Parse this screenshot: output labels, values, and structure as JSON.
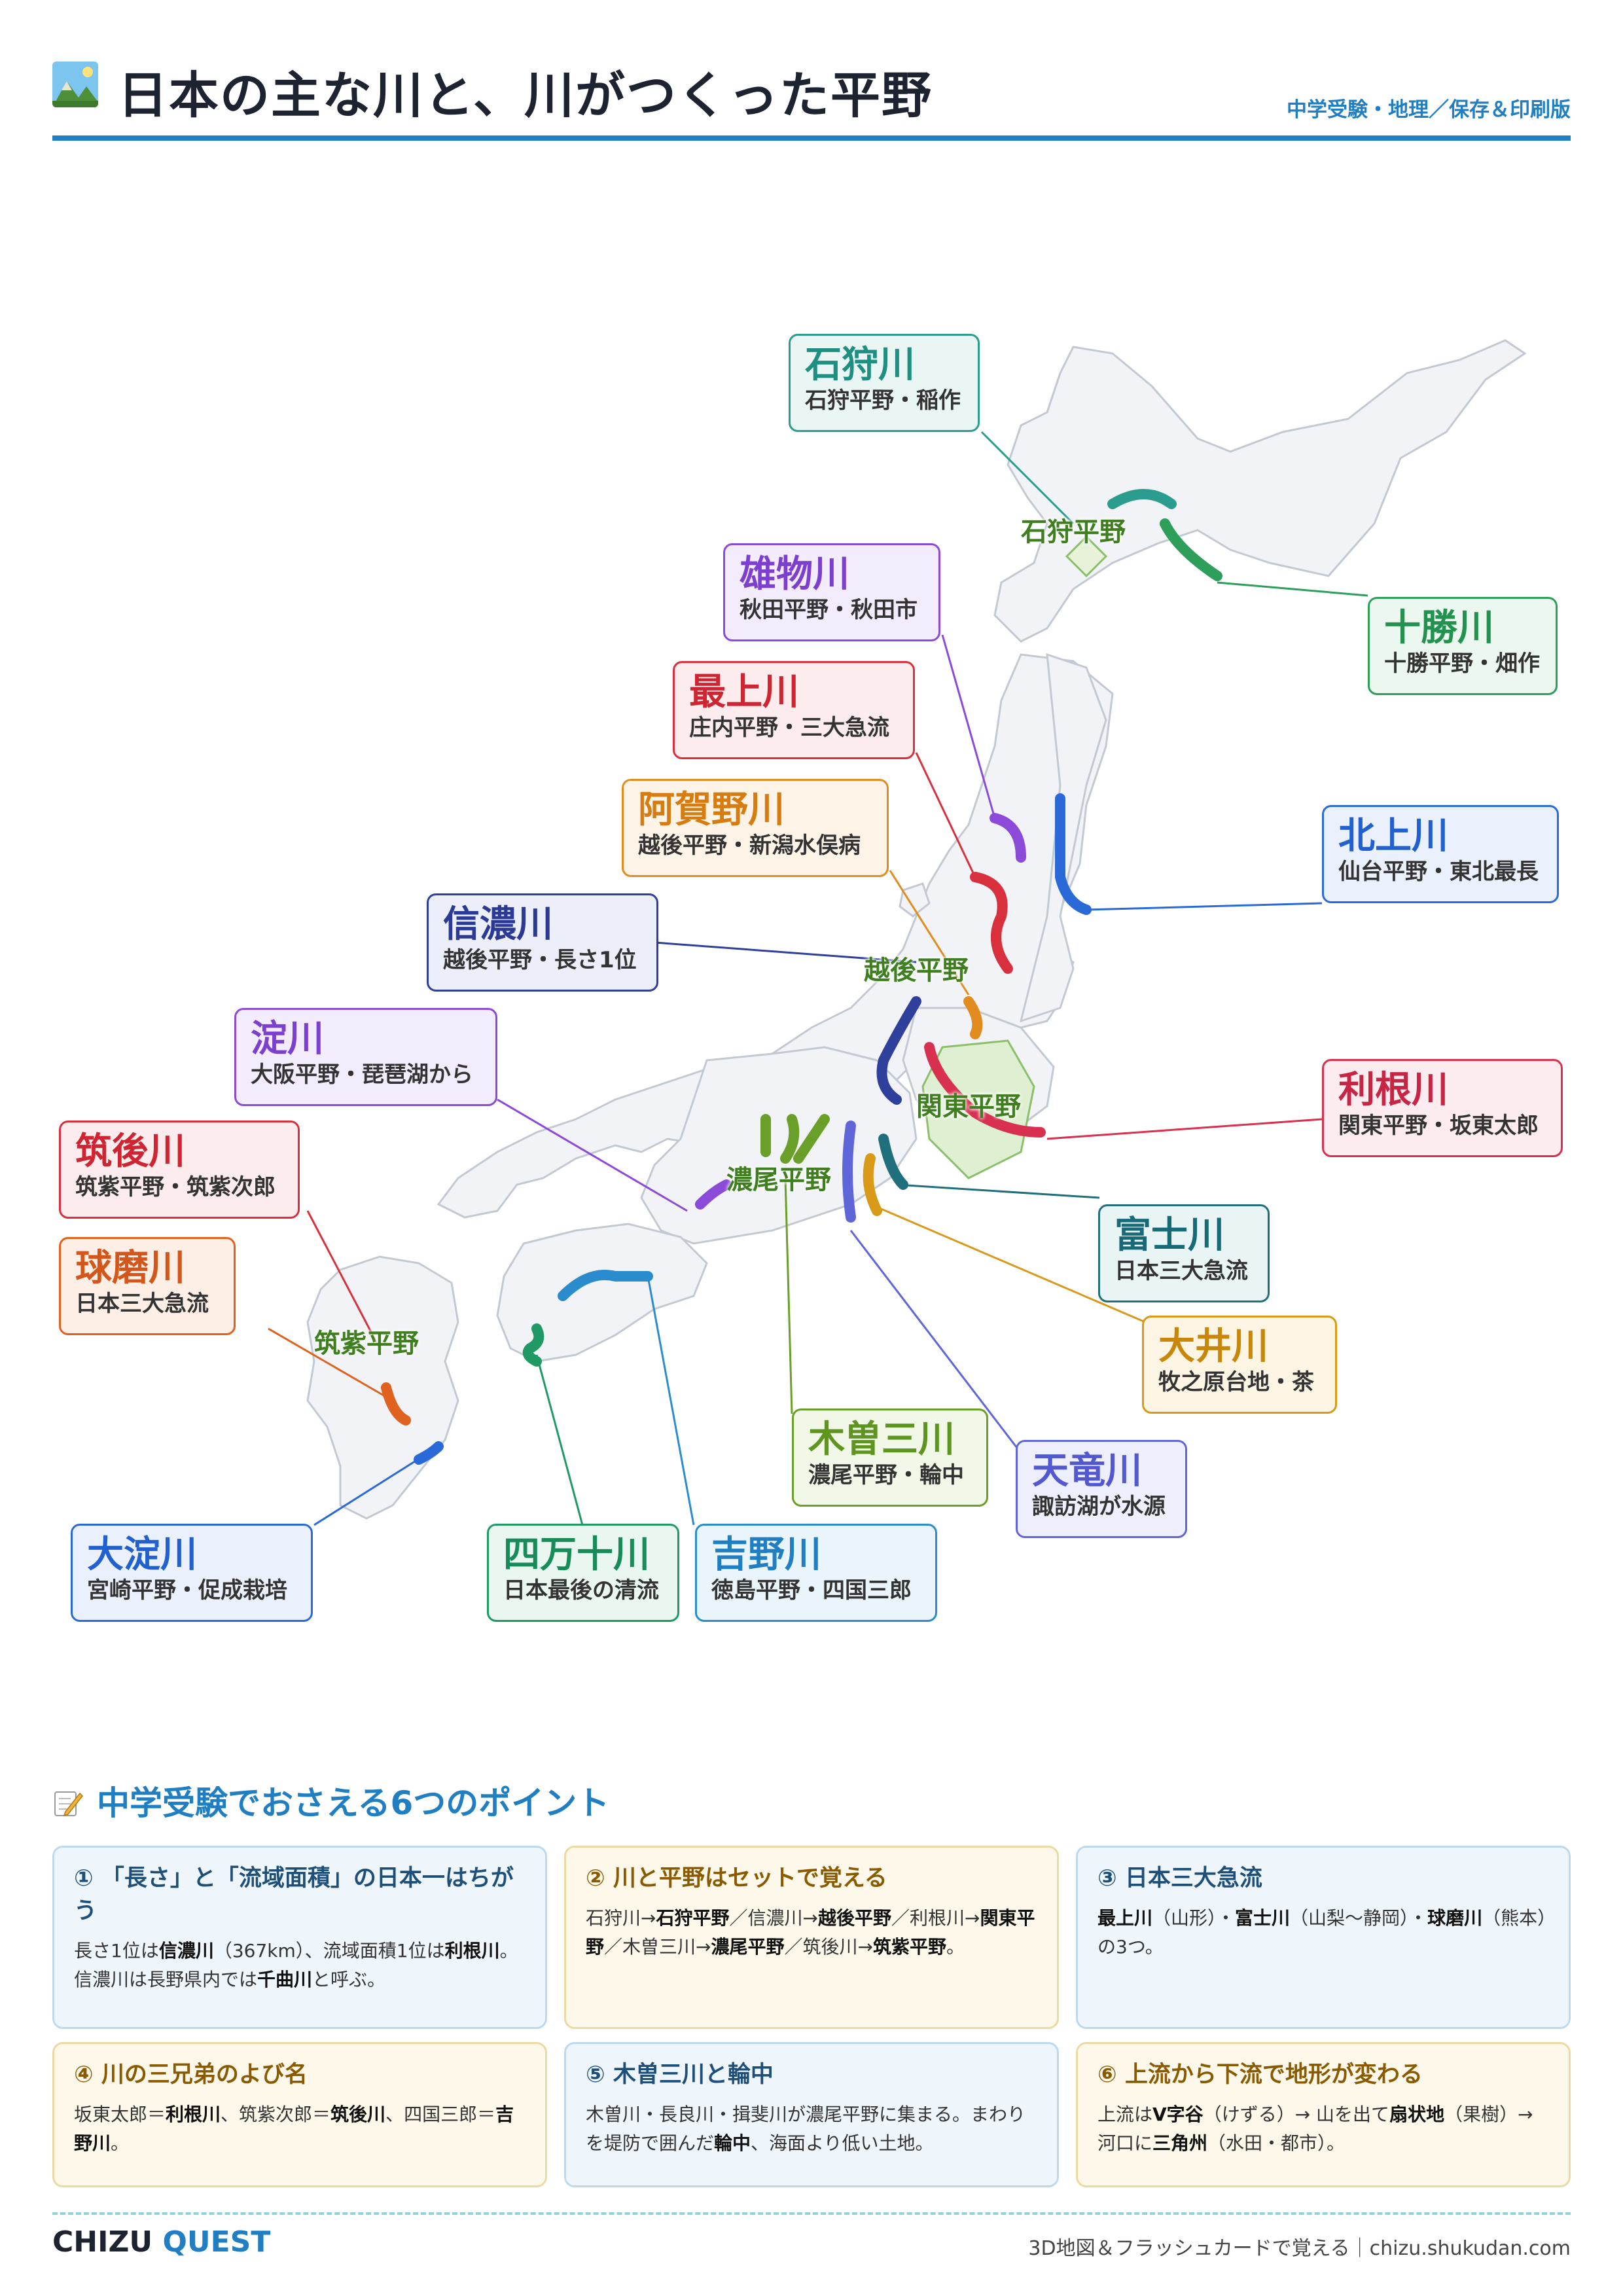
{
  "header": {
    "title": "日本の主な川と、川がつくった平野",
    "subtitle": "中学受験・地理／保存＆印刷版"
  },
  "rivers": [
    {
      "name": "石狩川",
      "desc": "石狩平野・稲作",
      "color": "#2a9d8f"
    },
    {
      "name": "十勝川",
      "desc": "十勝平野・畑作",
      "color": "#2e9e5b"
    },
    {
      "name": "雄物川",
      "desc": "秋田平野・秋田市",
      "color": "#8b4bd8"
    },
    {
      "name": "最上川",
      "desc": "庄内平野・三大急流",
      "color": "#d8303d"
    },
    {
      "name": "阿賀野川",
      "desc": "越後平野・新潟水俣病",
      "color": "#e28b1f"
    },
    {
      "name": "北上川",
      "desc": "仙台平野・東北最長",
      "color": "#2a6ad8"
    },
    {
      "name": "信濃川",
      "desc": "越後平野・長さ1位",
      "color": "#2f3f9c"
    },
    {
      "name": "淀川",
      "desc": "大阪平野・琵琶湖から",
      "color": "#8b4bd8"
    },
    {
      "name": "利根川",
      "desc": "関東平野・坂東太郎",
      "color": "#d8304f"
    },
    {
      "name": "筑後川",
      "desc": "筑紫平野・筑紫次郎",
      "color": "#d8303d"
    },
    {
      "name": "富士川",
      "desc": "日本三大急流",
      "color": "#1f6f7c"
    },
    {
      "name": "球磨川",
      "desc": "日本三大急流",
      "color": "#e0621f"
    },
    {
      "name": "大井川",
      "desc": "牧之原台地・茶",
      "color": "#d99a1a"
    },
    {
      "name": "木曽三川",
      "desc": "濃尾平野・輪中",
      "color": "#6aa02a"
    },
    {
      "name": "天竜川",
      "desc": "諏訪湖が水源",
      "color": "#5f66d8"
    },
    {
      "name": "大淀川",
      "desc": "宮崎平野・促成栽培",
      "color": "#2a6ad8"
    },
    {
      "name": "四万十川",
      "desc": "日本最後の清流",
      "color": "#1f9a64"
    },
    {
      "name": "吉野川",
      "desc": "徳島平野・四国三郎",
      "color": "#2b8ccd"
    }
  ],
  "plains": {
    "ishikari": "石狩平野",
    "echigo": "越後平野",
    "kanto": "関東平野",
    "nobi": "濃尾平野",
    "tsukushi": "筑紫平野"
  },
  "points_section": {
    "title": "中学受験でおさえる6つのポイント"
  },
  "points": [
    {
      "title": "① 「長さ」と「流域面積」の日本一はちがう"
    },
    {
      "title": "② 川と平野はセットで覚える"
    },
    {
      "title": "③ 日本三大急流"
    },
    {
      "title": "④ 川の三兄弟のよび名"
    },
    {
      "title": "⑤ 木曽三川と輪中"
    },
    {
      "title": "⑥ 上流から下流で地形が変わる"
    }
  ],
  "point_text": {
    "p1": [
      "長さ1位は",
      "信濃川",
      "（367km）、流域面積1位は",
      "利根川",
      "。信濃川は長野県内では",
      "千曲川",
      "と呼ぶ。"
    ],
    "p2": [
      "石狩川→",
      "石狩平野",
      "／信濃川→",
      "越後平野",
      "／利根川→",
      "関東平野",
      "／木曽三川→",
      "濃尾平野",
      "／筑後川→",
      "筑紫平野",
      "。"
    ],
    "p3": [
      "最上川",
      "（山形）・",
      "富士川",
      "（山梨〜静岡）・",
      "球磨川",
      "（熊本）の3つ。"
    ],
    "p4": [
      "坂東太郎＝",
      "利根川",
      "、筑紫次郎＝",
      "筑後川",
      "、四国三郎＝",
      "吉野川",
      "。"
    ],
    "p5": [
      "木曽川・長良川・揖斐川が濃尾平野に集まる。まわりを堤防で囲んだ",
      "輪中",
      "、海面より低い土地。"
    ],
    "p6": [
      "上流は",
      "V字谷",
      "（けずる）→ 山を出て",
      "扇状地",
      "（果樹）→ 河口に",
      "三角州",
      "（水田・都市）。"
    ]
  },
  "footer": {
    "brand_a": "CHIZU",
    "brand_b": "QUEST",
    "note": "3D地図＆フラッシュカードで覚える｜chizu.shukudan.com"
  }
}
